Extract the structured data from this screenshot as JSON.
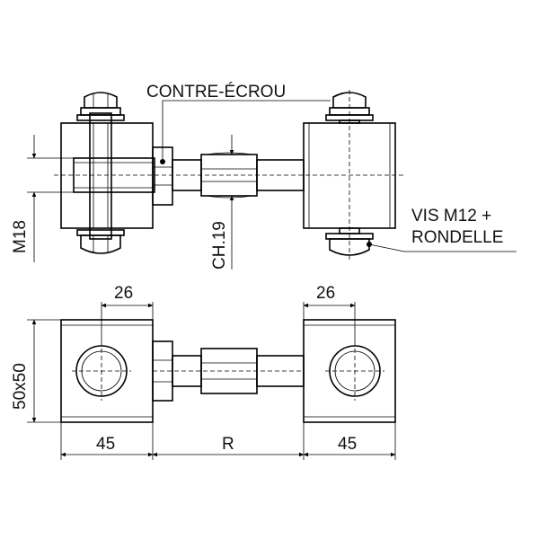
{
  "labels": {
    "contre_ecrou": "CONTRE-ÉCROU",
    "vis_line1": "VIS M12 +",
    "vis_line2": "RONDELLE",
    "ch19": "CH.19",
    "m18": "M18"
  },
  "dimensions": {
    "top_left": "26",
    "top_right": "26",
    "side": "50x50",
    "bottom_left": "45",
    "bottom_mid": "R",
    "bottom_right": "45"
  },
  "colors": {
    "metal_fill": "#dcdcdc",
    "line": "#000000"
  }
}
